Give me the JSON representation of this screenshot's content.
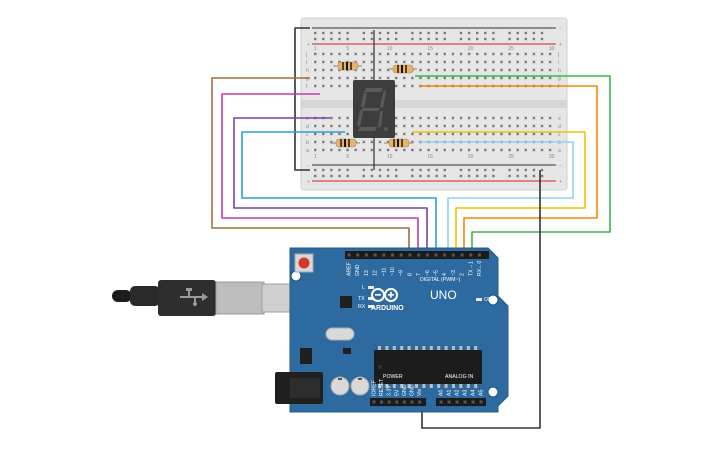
{
  "breadboard": {
    "row_letters_top": [
      "j",
      "i",
      "h",
      "g",
      "f"
    ],
    "row_letters_bottom": [
      "e",
      "d",
      "c",
      "b",
      "a"
    ],
    "column_numbers": [
      "1",
      "5",
      "10",
      "15",
      "20",
      "25",
      "30"
    ]
  },
  "seven_segment": {
    "shown_digit": "8.",
    "segment_color": "#4a4a4a"
  },
  "arduino": {
    "model": "UNO",
    "brand": "ARDUINO",
    "on_label": "ON",
    "tx_label": "TX",
    "rx_label": "RX",
    "l_label": "L",
    "digital_label": "DIGITAL (PWM~)",
    "power_label": "POWER",
    "analog_label": "ANALOG IN",
    "digital_pins": [
      "AREF",
      "GND",
      "13",
      "12",
      "~11",
      "~10",
      "~9",
      "8",
      "7",
      "~6",
      "~5",
      "4",
      "~3",
      "2",
      "TX→1",
      "RX←0"
    ],
    "power_pins": [
      "IOREF",
      "RESET",
      "3.3V",
      "5V",
      "GND",
      "GND",
      "Vin"
    ],
    "analog_pins": [
      "A0",
      "A1",
      "A2",
      "A3",
      "A4",
      "A5"
    ],
    "board_color": "#2d6a9f"
  },
  "wire_colors": {
    "brown": "#a0703c",
    "magenta": "#c23bb4",
    "purple": "#7b3fa6",
    "blue": "#2a9fd6",
    "light_blue": "#8fd3ee",
    "yellow": "#f2c300",
    "orange": "#f08a00",
    "green": "#3cb44a",
    "black": "#333333"
  }
}
